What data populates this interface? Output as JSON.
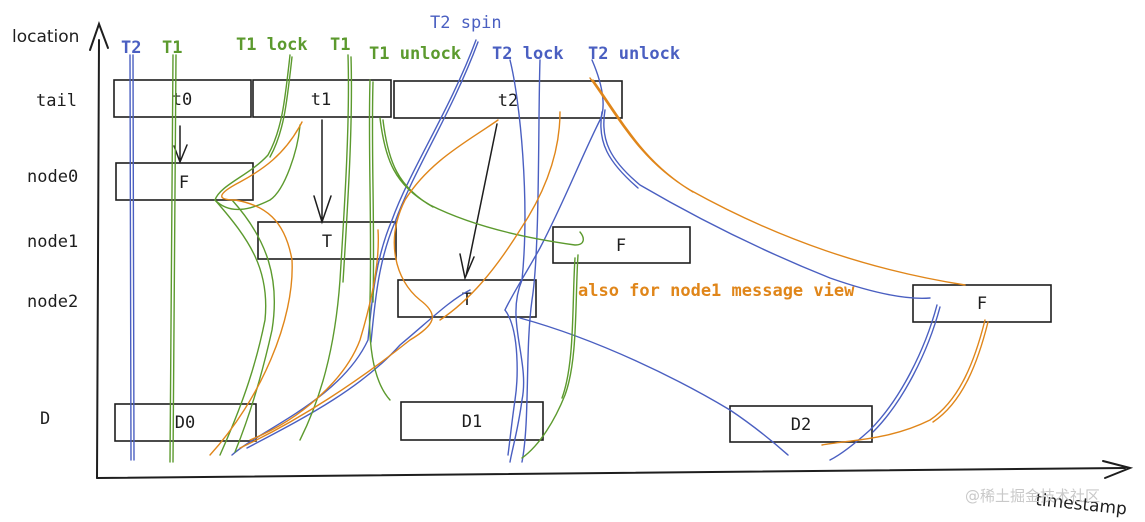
{
  "colors": {
    "ink": "#1e1e1e",
    "blue": "#4a5fc1",
    "green": "#5c9a2e",
    "orange": "#e0861a",
    "watermark": "#c9c9c9"
  },
  "axes": {
    "y_label": "location",
    "x_label": "timestamp"
  },
  "rows": {
    "tail": "tail",
    "node0": "node0",
    "node1": "node1",
    "node2": "node2",
    "d": "D"
  },
  "boxes": {
    "t0": "t0",
    "t1": "t1",
    "t2": "t2",
    "node0_f": "F",
    "node1_t": "T",
    "node1_f": "F",
    "node2_t": "T",
    "node2_f": "F",
    "d0": "D0",
    "d1": "D1",
    "d2": "D2"
  },
  "timelines": {
    "t2_start": "T2",
    "t1_start": "T1",
    "t1_lock": "T1 lock",
    "t1_mid": "T1",
    "t1_unlock": "T1 unlock",
    "t2_spin": "T2 spin",
    "t2_lock": "T2 lock",
    "t2_unlock": "T2 unlock"
  },
  "annotation": "also for node1 message view",
  "watermark": "@稀土掘金技术社区"
}
